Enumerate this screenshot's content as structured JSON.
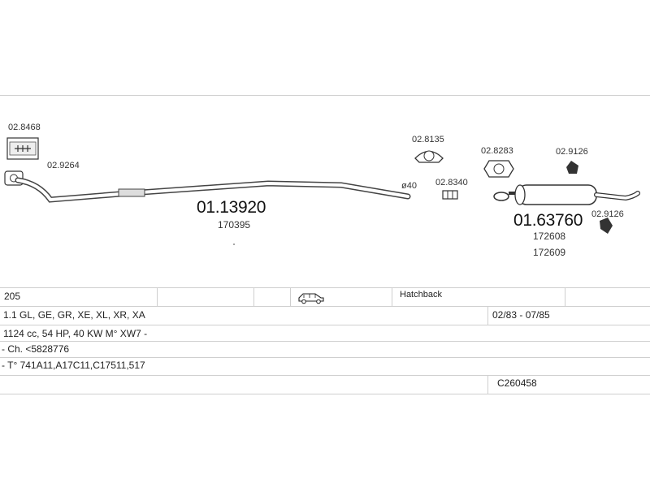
{
  "parts": {
    "clamp_top_left": "02.8468",
    "gasket_left": "02.9264",
    "front_pipe_number": "01.13920",
    "front_pipe_ref": "170395",
    "diameter": "ø40",
    "hanger_mid": "02.8135",
    "sleeve": "02.8340",
    "hanger_right": "02.8283",
    "rubber_top": "02.9126",
    "rubber_bottom": "02.9126",
    "rear_silencer_number": "01.63760",
    "rear_silencer_ref1": "172608",
    "rear_silencer_ref2": "172609"
  },
  "table": {
    "model": "205",
    "body_type": "Hatchback",
    "trims": "1.1 GL, GE, GR, XE, XL, XR, XA",
    "years": "02/83 - 07/85",
    "engine": "1124 cc, 54 HP, 40 KW M° XW7 -",
    "chassis": "- Ch. <5828776",
    "types": "- T° 741A11,A17C11,C17511,517",
    "code": "C260458"
  }
}
